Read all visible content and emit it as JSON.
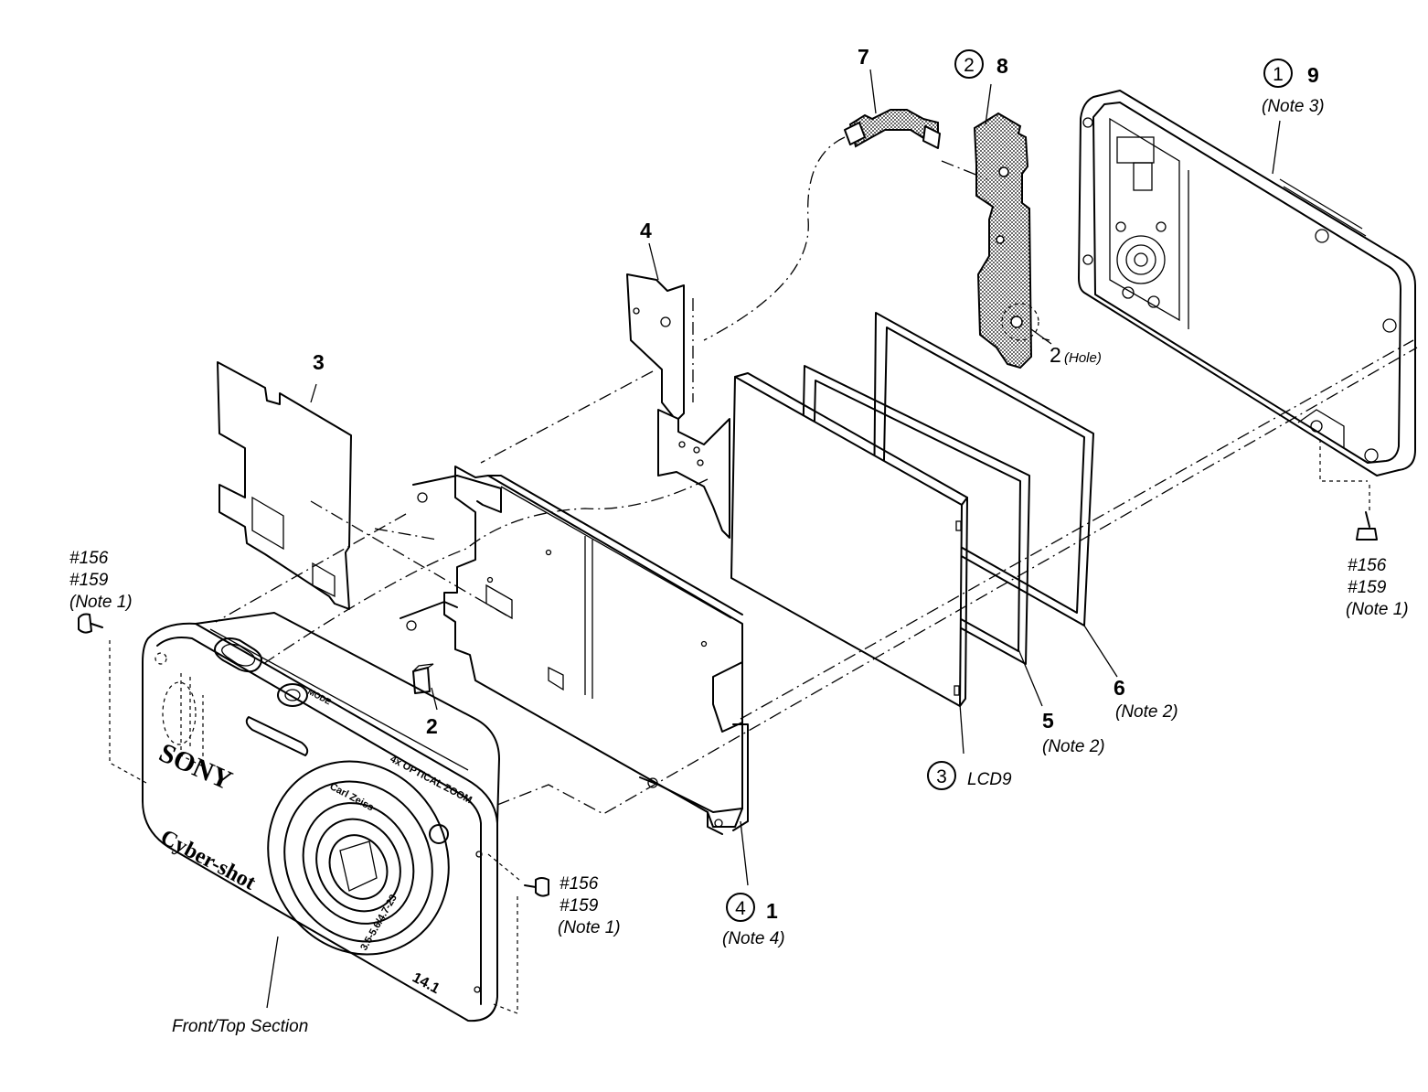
{
  "callouts": {
    "ref_7": "7",
    "ref_8_circled": "2",
    "ref_8": "8",
    "ref_9_circled": "1",
    "ref_9": "9",
    "ref_9_note": "(Note 3)",
    "ref_4_upper": "4",
    "ref_3_upper": "3",
    "hole_ref": "2",
    "hole_note": "(Hole)",
    "ref_2_lower": "2",
    "ref_6": "6",
    "ref_6_note": "(Note 2)",
    "ref_5": "5",
    "ref_5_note": "(Note 2)",
    "lcd_circled": "3",
    "lcd_code": "LCD9",
    "ref_1_circled": "4",
    "ref_1": "1",
    "ref_1_note": "(Note 4)",
    "section_label": "Front/Top Section"
  },
  "screws": {
    "left": [
      "#156",
      "#159",
      "(Note 1)"
    ],
    "right": [
      "#156",
      "#159",
      "(Note 1)"
    ],
    "front": [
      "#156",
      "#159",
      "(Note 1)"
    ]
  },
  "camera_markings": {
    "brand": "SONY",
    "model_line": "Cyber-shot",
    "lens_brand": "Carl Zeiss",
    "lens_spec": "3.5-5.6/4.7-23",
    "megapixels": "14.1",
    "zoom": "4x OPTICAL ZOOM",
    "mode": "MODE"
  }
}
